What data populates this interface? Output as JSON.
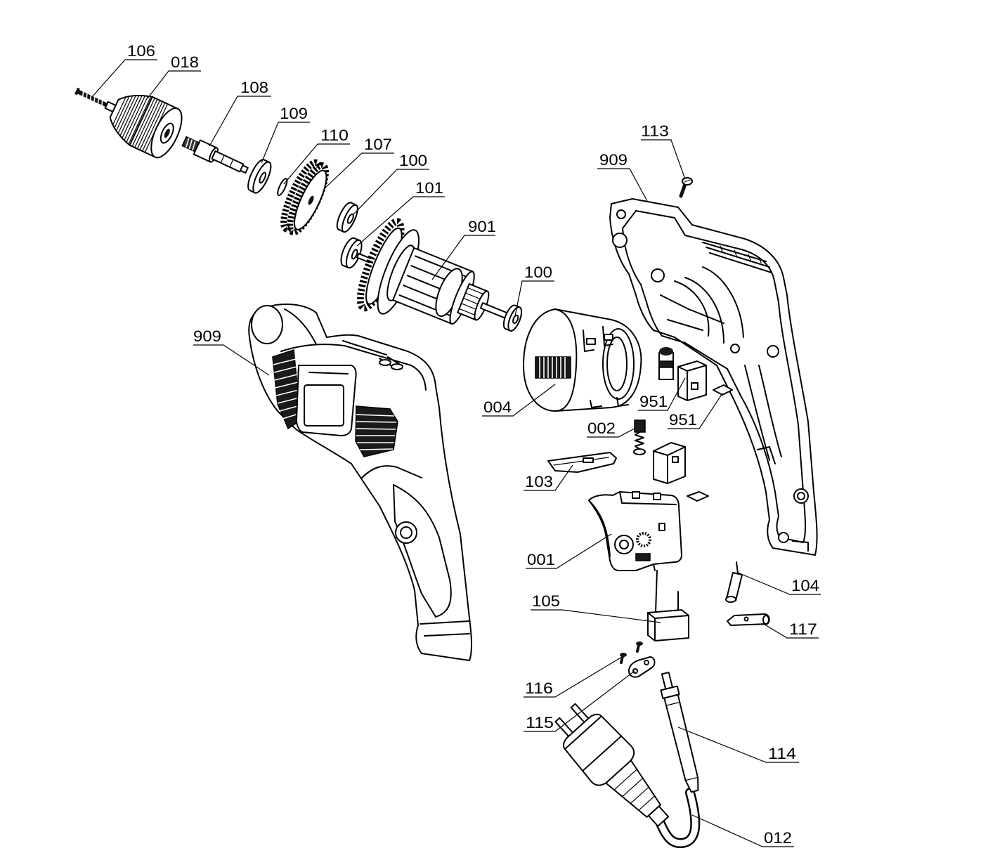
{
  "callouts": [
    "106",
    "018",
    "108",
    "109",
    "110",
    "107",
    "100",
    "101",
    "901",
    "100",
    "909",
    "113",
    "909",
    "004",
    "951",
    "951",
    "002",
    "103",
    "001",
    "104",
    "105",
    "117",
    "116",
    "115",
    "114",
    "012"
  ],
  "colors": {
    "line": "#000000",
    "background": "#ffffff"
  }
}
